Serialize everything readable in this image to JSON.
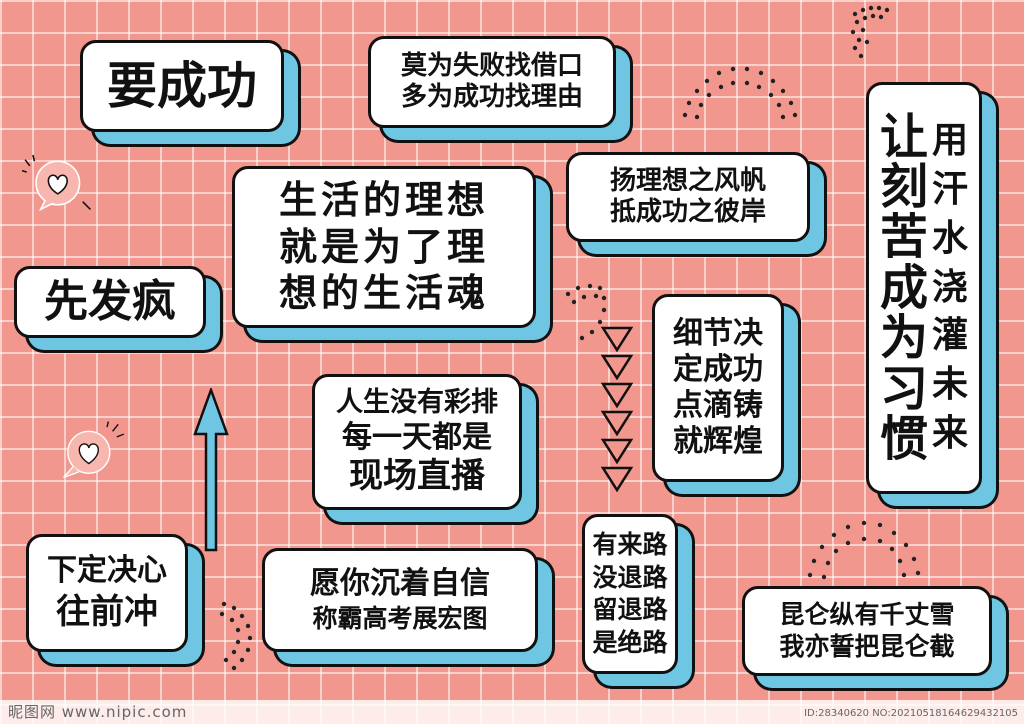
{
  "colors": {
    "background": "#f2978d",
    "grid": "#ffffff",
    "card": "#ffffff",
    "shadow": "#6ec6e2",
    "outline": "#111111"
  },
  "cards": {
    "yao_chenggong": [
      "要成功"
    ],
    "mo_wei": [
      "莫为失败找借口",
      "多为成功找理由"
    ],
    "shenghuo": [
      "生活的理想",
      "就是为了理",
      "想的生活魂"
    ],
    "yang_lixiang": [
      "扬理想之风帆",
      "抵成功之彼岸"
    ],
    "xian_fafeng": [
      "先发疯"
    ],
    "rensheng": [
      "人生没有彩排",
      "每一天都是",
      "现场直播"
    ],
    "xijie": [
      "细节决",
      "定成功",
      "点滴铸",
      "就辉煌"
    ],
    "ke_ku": [
      "让",
      "刻",
      "苦",
      "成",
      "为",
      "习",
      "惯"
    ],
    "han_shui": [
      "用",
      "汗",
      "水",
      "浇",
      "灌",
      "未",
      "来"
    ],
    "xiading": [
      "下定决心",
      "往前冲"
    ],
    "yuan_ni": [
      "愿你沉着自信",
      "称霸高考展宏图"
    ],
    "you_lailu": [
      "有来路",
      "没退路",
      "留退路",
      "是绝路"
    ],
    "kunlun": [
      "昆仑纵有千丈雪",
      "我亦誓把昆仑截"
    ]
  },
  "icons": {
    "heart_bubble": "heart-bubble-icon",
    "arrow": "up-arrow-icon",
    "triangles": "down-triangle-icon",
    "dots": "dotted-arc-icon"
  },
  "watermark": {
    "left": "昵图网 www.nipic.com",
    "right": "ID:28340620 NO:20210518164629432105"
  }
}
